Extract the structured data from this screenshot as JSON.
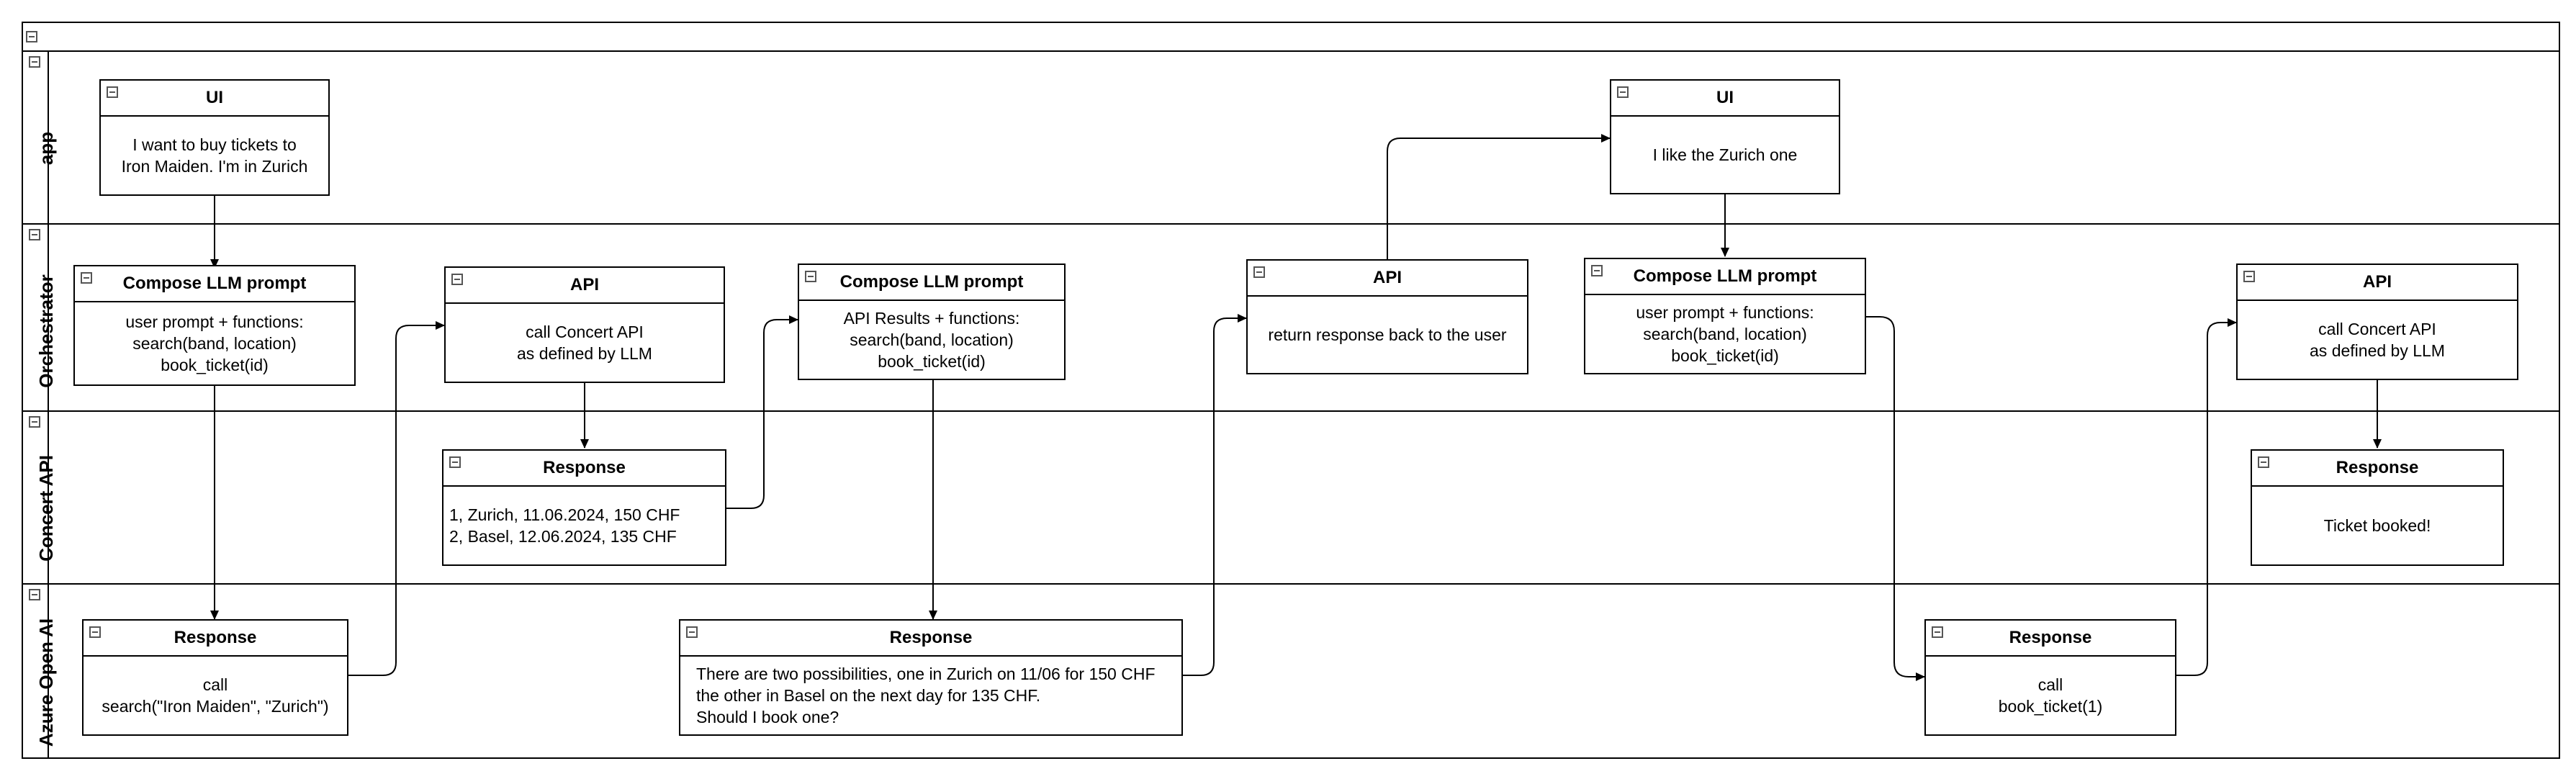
{
  "lanes": [
    {
      "id": "app",
      "label": "app"
    },
    {
      "id": "orchestrator",
      "label": "Orchestrator"
    },
    {
      "id": "concert",
      "label": "Concert API"
    },
    {
      "id": "azure",
      "label": "Azure Open AI"
    }
  ],
  "nodes": {
    "ui1": {
      "title": "UI",
      "lines": [
        "I want to buy tickets to",
        "Iron Maiden. I'm in Zurich"
      ]
    },
    "ui2": {
      "title": "UI",
      "lines": [
        "I like the Zurich one"
      ]
    },
    "compose1": {
      "title": "Compose LLM prompt",
      "lines": [
        "user prompt + functions:",
        "search(band, location)",
        "book_ticket(id)"
      ]
    },
    "api1": {
      "title": "API",
      "lines": [
        "call Concert API",
        "as defined by LLM"
      ]
    },
    "compose2": {
      "title": "Compose LLM prompt",
      "lines": [
        "API Results + functions:",
        "search(band, location)",
        "book_ticket(id)"
      ]
    },
    "api2": {
      "title": "API",
      "lines": [
        "return response back to the user"
      ]
    },
    "compose3": {
      "title": "Compose LLM prompt",
      "lines": [
        "user prompt + functions:",
        "search(band, location)",
        "book_ticket(id)"
      ]
    },
    "api3": {
      "title": "API",
      "lines": [
        "call Concert API",
        "as defined by LLM"
      ]
    },
    "resp_concert1": {
      "title": "Response",
      "lines": [
        "1, Zurich, 11.06.2024, 150 CHF",
        "2, Basel, 12.06.2024, 135 CHF"
      ]
    },
    "resp_concert2": {
      "title": "Response",
      "lines": [
        "Ticket booked!"
      ]
    },
    "resp_ai1": {
      "title": "Response",
      "lines": [
        "call",
        "search(\"Iron Maiden\", \"Zurich\")"
      ]
    },
    "resp_ai2": {
      "title": "Response",
      "lines": [
        "There are two possibilities, one in Zurich on 11/06 for 150 CHF",
        "the other in Basel on the next day for 135 CHF.",
        "Should I book one?"
      ]
    },
    "resp_ai3": {
      "title": "Response",
      "lines": [
        "call",
        "book_ticket(1)"
      ]
    }
  }
}
